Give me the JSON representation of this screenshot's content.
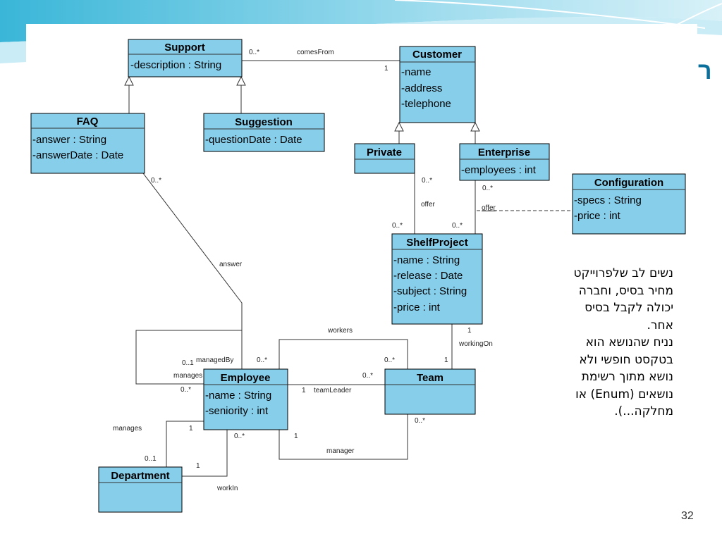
{
  "classes": [
    {
      "id": "support",
      "name": "Support",
      "attrs": [
        "-description : String"
      ]
    },
    {
      "id": "customer",
      "name": "Customer",
      "attrs": [
        "-name",
        "-address",
        "-telephone"
      ]
    },
    {
      "id": "faq",
      "name": "FAQ",
      "attrs": [
        "-answer : String",
        "-answerDate : Date"
      ]
    },
    {
      "id": "suggestion",
      "name": "Suggestion",
      "attrs": [
        "-questionDate : Date"
      ]
    },
    {
      "id": "private",
      "name": "Private",
      "attrs": []
    },
    {
      "id": "enterprise",
      "name": "Enterprise",
      "attrs": [
        "-employees : int"
      ]
    },
    {
      "id": "configuration",
      "name": "Configuration",
      "attrs": [
        "-specs : String",
        "-price : int"
      ]
    },
    {
      "id": "shelfproject",
      "name": "ShelfProject",
      "attrs": [
        "-name : String",
        "-release : Date",
        "-subject : String",
        "-price : int"
      ]
    },
    {
      "id": "employee",
      "name": "Employee",
      "attrs": [
        "-name : String",
        "-seniority : int"
      ]
    },
    {
      "id": "team",
      "name": "Team",
      "attrs": []
    },
    {
      "id": "department",
      "name": "Department",
      "attrs": []
    }
  ],
  "labels": {
    "comesFrom": "comesFrom",
    "offer1": "offer",
    "offer2": "offer",
    "answer": "answer",
    "workers": "workers",
    "workingOn": "workingOn",
    "managedBy": "managedBy",
    "manages1": "manages",
    "teamLeader": "teamLeader",
    "manages2": "manages",
    "manager": "manager",
    "workIn": "workIn"
  },
  "multiplicities": {
    "support_comes": "0..*",
    "customer_comes": "1",
    "faq_answer": "0..*",
    "private_offer": "0..*",
    "enterprise_offer": "0..*",
    "shelf_offer_left": "0..*",
    "shelf_offer_right": "0..*",
    "shelf_working": "1",
    "team_working": "1",
    "emp_self_top": "0..1",
    "emp_self_bottom": "0..*",
    "emp_answer": "0..*",
    "team_workers": "0..*",
    "team_leader": "0..*",
    "emp_leader": "1",
    "emp_dept_manages": "1",
    "dept_manages": "0..1",
    "emp_workin": "0..*",
    "dept_workin": "1",
    "emp_manager": "1",
    "team_manager": "0..*"
  },
  "note": {
    "lines": [
      "נשים לב שלפרוייקט",
      "מחיר בסיס, וחברה",
      "יכולה לקבל בסיס",
      "אחר.",
      "נניח שהנושא הוא",
      "בטקסט חופשי ולא",
      "נושא מתוך רשימת",
      "נושאים (Enum) או",
      "מחלקה...)."
    ]
  },
  "title_fragment": "ר",
  "slide_number": "32",
  "colors": {
    "class_fill": "#87ceeb",
    "title": "#0a6f9a"
  }
}
